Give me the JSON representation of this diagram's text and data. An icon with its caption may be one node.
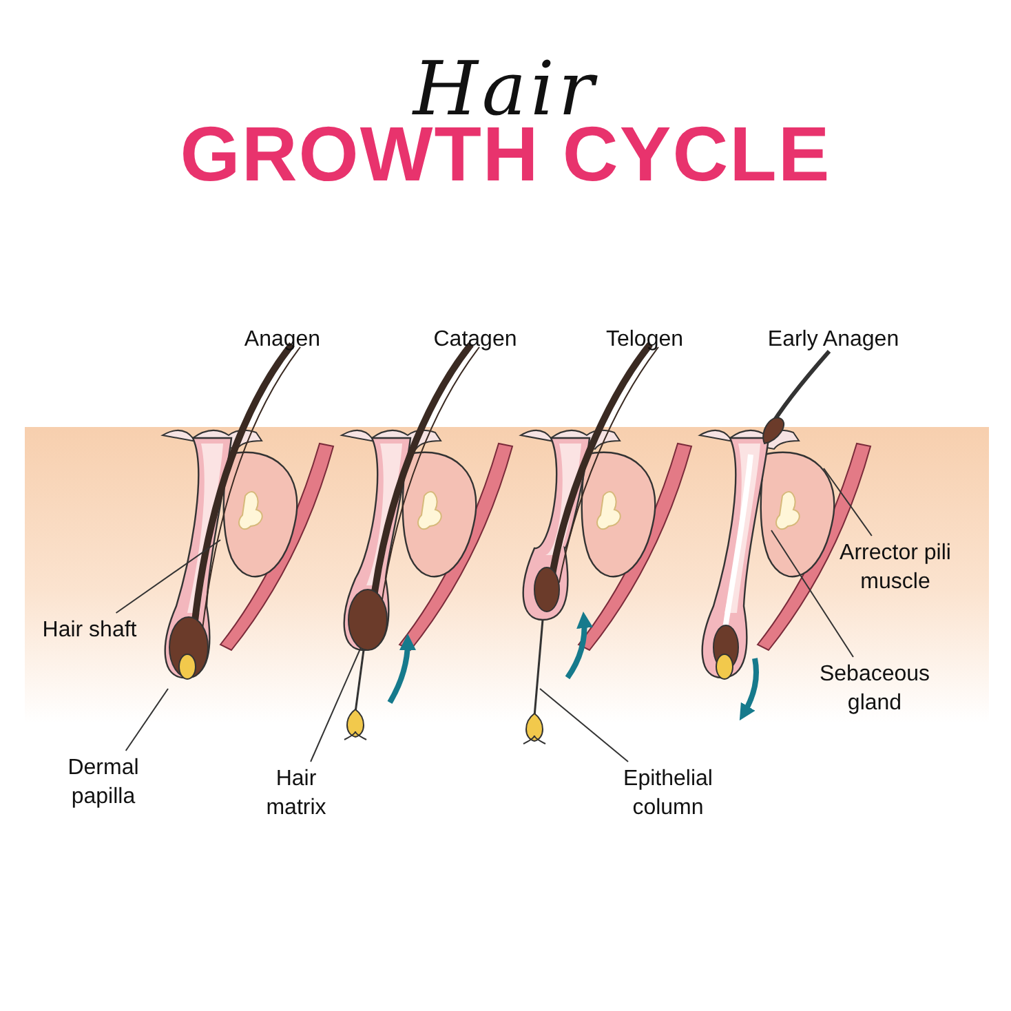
{
  "diagram": {
    "title": "*Hair* GROWTH CYCLE",
    "nodes": [
      {
        "text": [
          "Hair shaft"
        ]
      },
      {
        "text": [
          "Dermal papilla"
        ]
      },
      {
        "text": [
          "Hair matrix"
        ]
      },
      {
        "text": [
          "Epithelial column"
        ]
      },
      {
        "text": [
          "Arrector pili muscle"
        ]
      },
      {
        "text": [
          "Sebaceous gland"
        ]
      }
    ],
    "edges": [
      {
        "from": 0,
        "to": null,
        "arrow": "none"
      },
      {
        "from": 1,
        "to": null,
        "arrow": "none"
      },
      {
        "from": 2,
        "to": null,
        "arrow": "none"
      },
      {
        "from": 3,
        "to": null,
        "arrow": "none"
      },
      {
        "from": 4,
        "to": null,
        "arrow": "none"
      },
      {
        "from": 5,
        "to": null,
        "arrow": "none"
      }
    ],
    "labels": [
      "Anagen",
      "Catagen",
      "Telogen",
      "Early Anagen"
    ]
  }
}
